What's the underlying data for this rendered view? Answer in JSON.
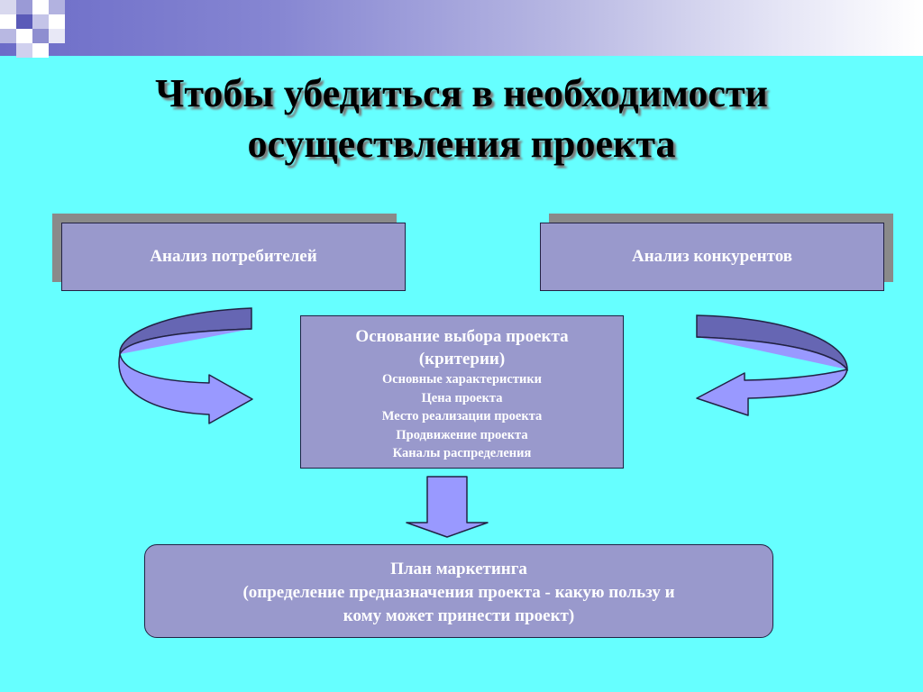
{
  "title": {
    "line1": "Чтобы убедиться в необходимости",
    "line2": "осуществления проекта"
  },
  "boxes": {
    "consumers": "Анализ потребителей",
    "competitors": "Анализ конкурентов",
    "criteria": {
      "heading": "Основание выбора проекта",
      "subheading": "(критерии)",
      "items": [
        "Основные характеристики",
        "Цена проекта",
        "Место реализации проекта",
        "Продвижение проекта",
        "Каналы распределения"
      ]
    },
    "plan": {
      "heading": "План маркетинга",
      "line2": "(определение предназначения проекта - какую пользу и",
      "line3": "кому может принести проект)"
    }
  },
  "colors": {
    "background": "#66ffff",
    "box_fill": "#9999cc",
    "arrow_fill": "#9999ff",
    "arrow_inner": "#6666b3"
  }
}
